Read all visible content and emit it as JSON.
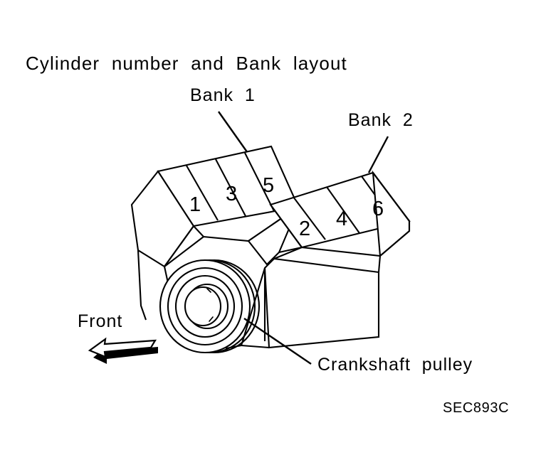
{
  "figure": {
    "title": "Cylinder  number  and  Bank  layout",
    "reference_code": "SEC893C",
    "subject": "V6 engine cylinder number and bank layout"
  },
  "labels": {
    "bank1": "Bank  1",
    "bank2": "Bank  2",
    "front": "Front",
    "crankshaft_pulley": "Crankshaft  pulley"
  },
  "banks": [
    {
      "name": "Bank 1",
      "side": "left",
      "cylinders": [
        "1",
        "3",
        "5"
      ]
    },
    {
      "name": "Bank 2",
      "side": "right",
      "cylinders": [
        "2",
        "4",
        "6"
      ]
    }
  ],
  "cylinder_numbers": {
    "c1": "1",
    "c3": "3",
    "c5": "5",
    "c2": "2",
    "c4": "4",
    "c6": "6"
  },
  "colors": {
    "line": "#000000",
    "background": "#ffffff",
    "fill": "#ffffff"
  },
  "icons": {
    "front_arrow": "left-arrow-3d-icon",
    "pulley": "crankshaft-pulley-icon"
  }
}
